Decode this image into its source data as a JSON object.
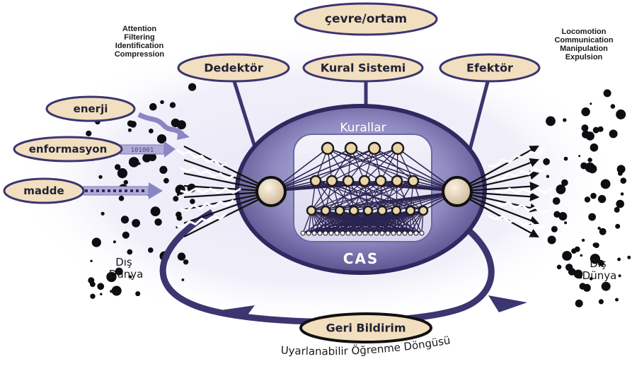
{
  "labels": {
    "environment": "çevre/ortam",
    "detector": "Dedektör",
    "rule_system": "Kural Sistemi",
    "effector": "Efektör",
    "rules": "Kurallar",
    "cas": "CAS",
    "feedback": "Geri Bildirim",
    "loop": "Uyarlanabilir Öğrenme Döngüsü"
  },
  "inputs": [
    "enerji",
    "enformasyon",
    "madde"
  ],
  "detector_functions": [
    "Attention",
    "Filtering",
    "Identification",
    "Compression"
  ],
  "effector_functions": [
    "Locomotion",
    "Communication",
    "Manipulation",
    "Expulsion"
  ],
  "outer_world": {
    "left": [
      "Dış",
      "Dünya"
    ],
    "right": [
      "Dış",
      "Dünya"
    ]
  },
  "colors": {
    "ring": "#3b3570",
    "core": "#8b86b8",
    "pill_fill": "#f2dfc0",
    "arrow_light": "#b8b4e0"
  }
}
